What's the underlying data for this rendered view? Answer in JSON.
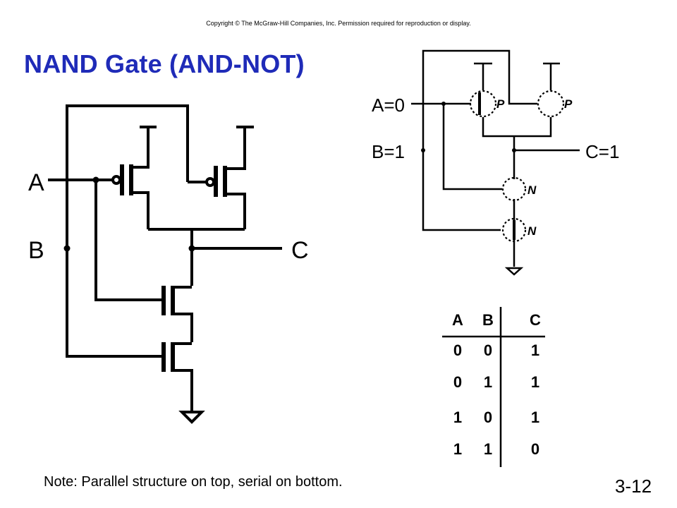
{
  "copyright": "Copyright © The McGraw-Hill Companies, Inc.  Permission required for reproduction or display.",
  "title": "NAND Gate (AND-NOT)",
  "left_circuit": {
    "input_a": "A",
    "input_b": "B",
    "output": "C"
  },
  "right_circuit": {
    "input_a": "A=0",
    "input_b": "B=1",
    "output": "C=1",
    "pmos_labels": [
      "P",
      "P"
    ],
    "nmos_labels": [
      "N",
      "N"
    ]
  },
  "truth_table": {
    "headers": [
      "A",
      "B",
      "C"
    ],
    "rows": [
      [
        "0",
        "0",
        "1"
      ],
      [
        "0",
        "1",
        "1"
      ],
      [
        "1",
        "0",
        "1"
      ],
      [
        "1",
        "1",
        "0"
      ]
    ]
  },
  "note": "Note: Parallel structure on top, serial on bottom.",
  "slide_number": "3-12"
}
